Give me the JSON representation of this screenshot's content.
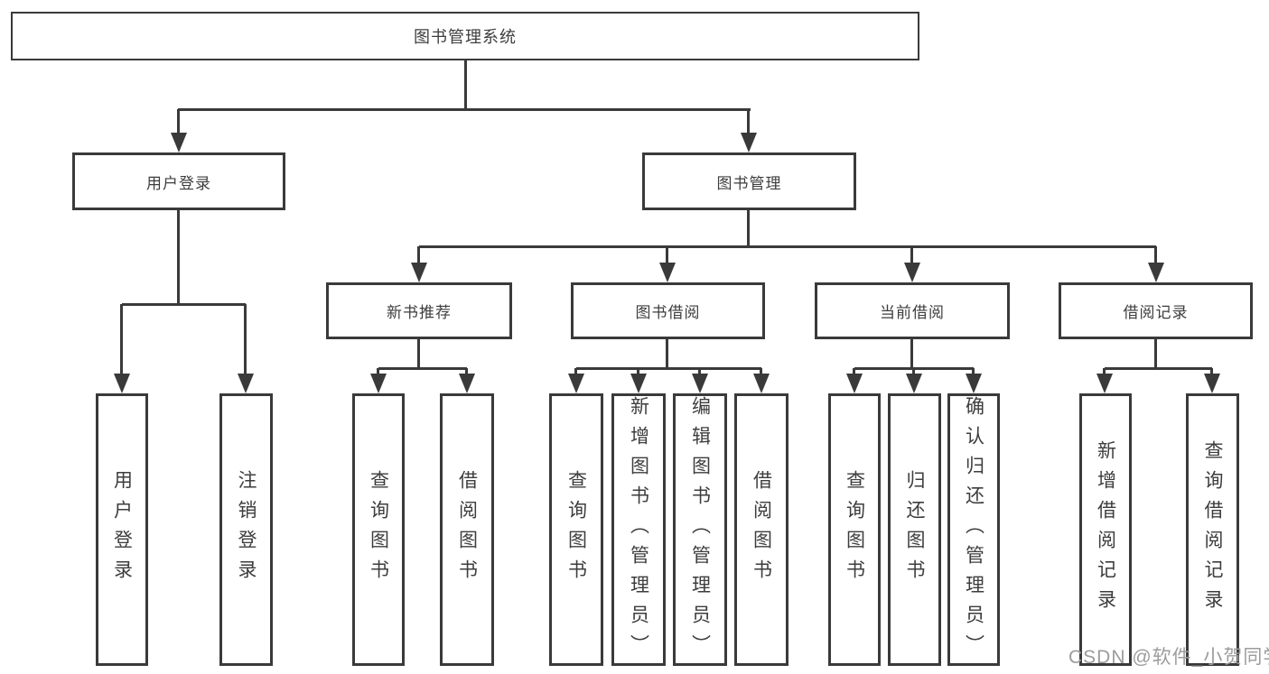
{
  "diagram": {
    "root": {
      "label": "图书管理系统"
    },
    "branches": [
      {
        "label": "用户登录",
        "children": [
          {
            "label": "用户登录"
          },
          {
            "label": "注销登录"
          }
        ]
      },
      {
        "label": "图书管理",
        "children": [
          {
            "label": "新书推荐",
            "children": [
              {
                "label": "查询图书"
              },
              {
                "label": "借阅图书"
              }
            ]
          },
          {
            "label": "图书借阅",
            "children": [
              {
                "label": "查询图书"
              },
              {
                "label": "新增图书（管理员）"
              },
              {
                "label": "编辑图书（管理员）"
              },
              {
                "label": "借阅图书"
              }
            ]
          },
          {
            "label": "当前借阅",
            "children": [
              {
                "label": "查询图书"
              },
              {
                "label": "归还图书"
              },
              {
                "label": "确认归还（管理员）"
              }
            ]
          },
          {
            "label": "借阅记录",
            "children": [
              {
                "label": "新增借阅记录"
              },
              {
                "label": "查询借阅记录"
              }
            ]
          }
        ]
      }
    ],
    "watermark": "CSDN @软件_小贺同学",
    "colors": {
      "line": "#3a3a3a",
      "text": "#3d3d3d",
      "watermark": "#9c9c9c",
      "background": "#ffffff"
    }
  }
}
